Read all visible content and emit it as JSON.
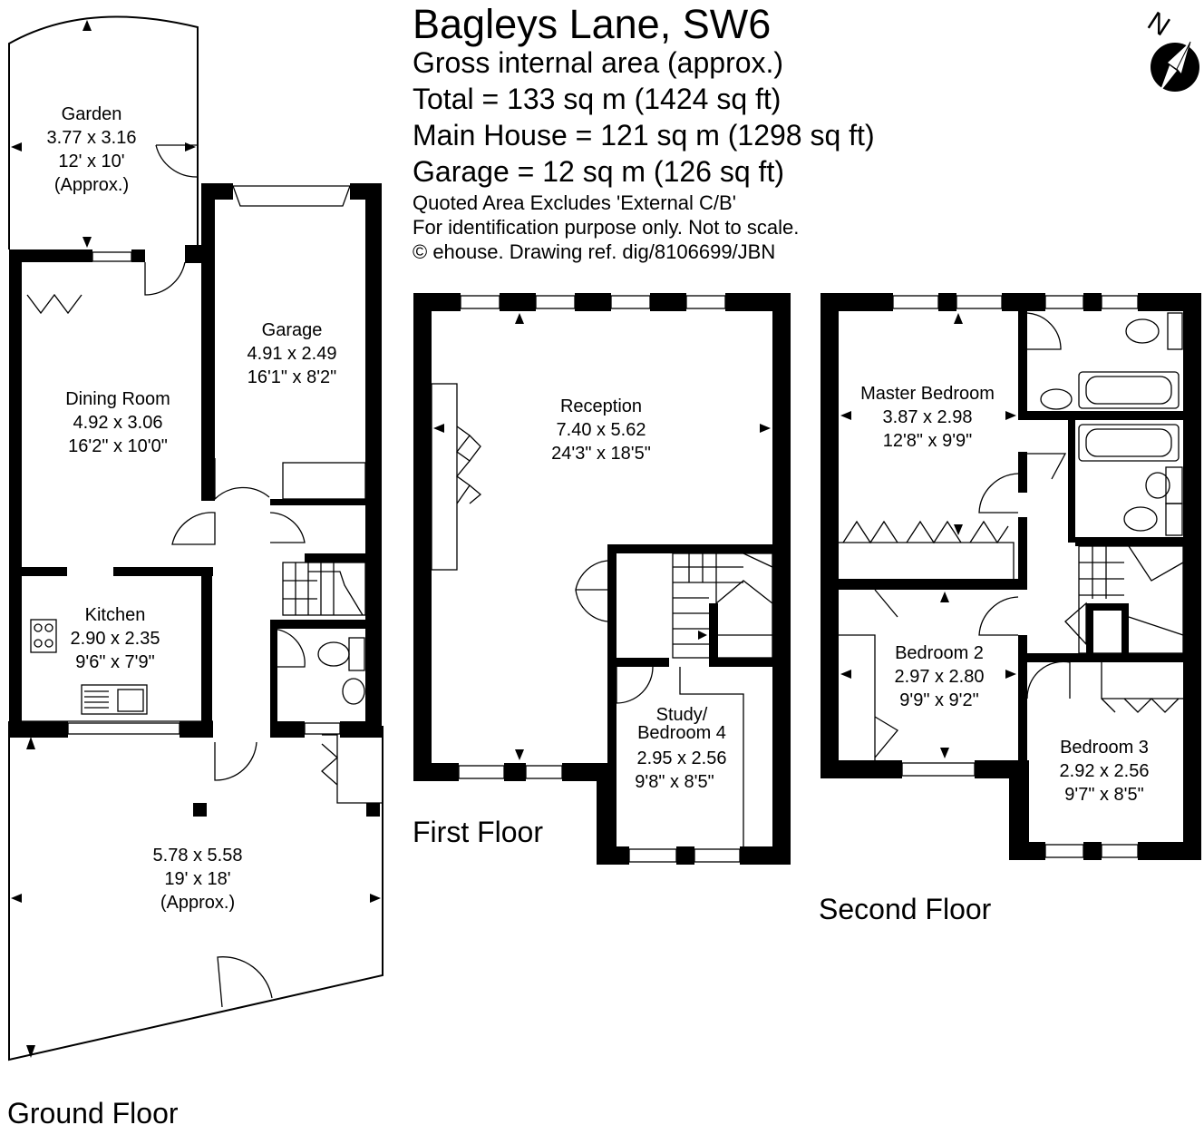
{
  "header": {
    "title": "Bagleys Lane, SW6",
    "lines": [
      "Gross internal area (approx.)",
      "Total = 133 sq m (1424 sq ft)",
      "Main House = 121 sq m (1298 sq ft)",
      "Garage = 12 sq m (126 sq ft)"
    ],
    "notes": [
      "Quoted Area Excludes 'External C/B'",
      "For identification purpose only. Not to scale.",
      "© ehouse. Drawing ref. dig/8106699/JBN"
    ]
  },
  "compass": {
    "label": "N",
    "icon": "north-arrow-icon"
  },
  "floors": {
    "ground": {
      "label": "Ground Floor"
    },
    "first": {
      "label": "First Floor"
    },
    "second": {
      "label": "Second Floor"
    }
  },
  "rooms": {
    "garden": [
      "Garden",
      "3.77 x 3.16",
      "12' x 10'",
      "(Approx.)"
    ],
    "garage": [
      "Garage",
      "4.91 x 2.49",
      "16'1\" x 8'2\""
    ],
    "dining": [
      "Dining Room",
      "4.92 x 3.06",
      "16'2\" x 10'0\""
    ],
    "kitchen": [
      "Kitchen",
      "2.90 x 2.35",
      "9'6\" x 7'9\""
    ],
    "front": [
      "5.78 x 5.58",
      "19' x 18'",
      "(Approx.)"
    ],
    "reception": [
      "Reception",
      "7.40 x 5.62",
      "24'3\" x 18'5\""
    ],
    "study": [
      "Study/",
      "Bedroom 4",
      "2.95 x 2.56",
      "9'8\" x 8'5\""
    ],
    "master": [
      "Master Bedroom",
      "3.87 x 2.98",
      "12'8\" x 9'9\""
    ],
    "bedroom2": [
      "Bedroom 2",
      "2.97 x 2.80",
      "9'9\" x 9'2\""
    ],
    "bedroom3": [
      "Bedroom 3",
      "2.92 x 2.56",
      "9'7\" x 8'5\""
    ]
  }
}
